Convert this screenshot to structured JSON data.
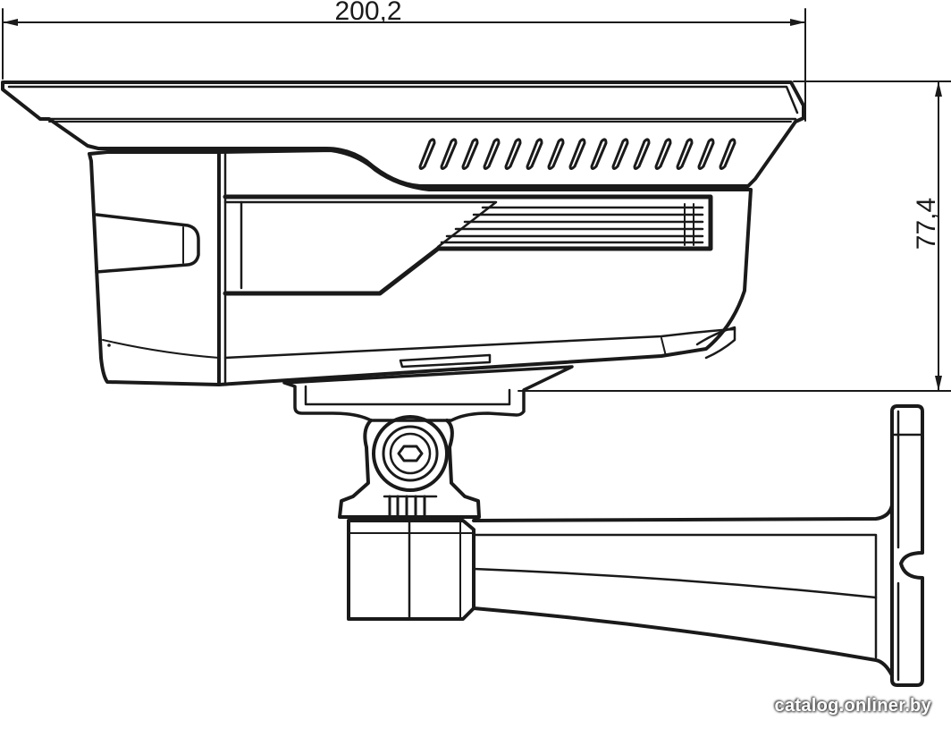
{
  "dimensions": {
    "width_label": "200,2",
    "height_label": "77,4"
  },
  "watermark": "catalog.onliner.by",
  "colors": {
    "line": "#1a1a1a",
    "background": "#ffffff"
  }
}
